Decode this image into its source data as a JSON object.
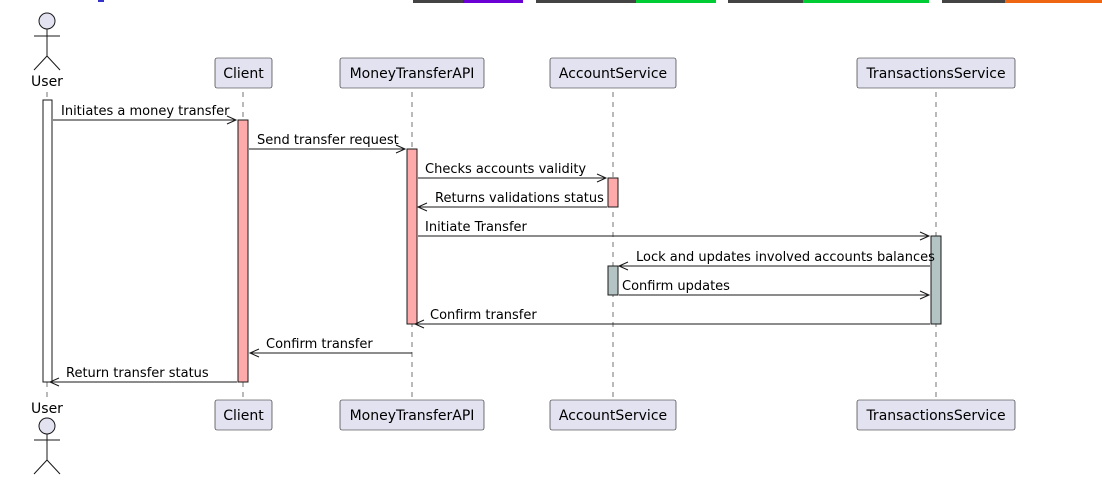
{
  "participants": [
    {
      "id": "user",
      "label": "User",
      "kind": "actor"
    },
    {
      "id": "client",
      "label": "Client",
      "kind": "box"
    },
    {
      "id": "api",
      "label": "MoneyTransferAPI",
      "kind": "box"
    },
    {
      "id": "account",
      "label": "AccountService",
      "kind": "box"
    },
    {
      "id": "transactions",
      "label": "TransactionsService",
      "kind": "box"
    }
  ],
  "messages": [
    {
      "from": "user",
      "to": "client",
      "label": "Initiates a money transfer"
    },
    {
      "from": "client",
      "to": "api",
      "label": "Send transfer request"
    },
    {
      "from": "api",
      "to": "account",
      "label": "Checks accounts validity"
    },
    {
      "from": "account",
      "to": "api",
      "label": "Returns validations status"
    },
    {
      "from": "api",
      "to": "transactions",
      "label": "Initiate Transfer"
    },
    {
      "from": "transactions",
      "to": "account",
      "label": "Lock and updates involved accounts balances"
    },
    {
      "from": "account",
      "to": "transactions",
      "label": "Confirm updates"
    },
    {
      "from": "transactions",
      "to": "api",
      "label": "Confirm transfer"
    },
    {
      "from": "api",
      "to": "client",
      "label": "Confirm transfer"
    },
    {
      "from": "client",
      "to": "user",
      "label": "Return transfer status"
    }
  ],
  "colors": {
    "participant_fill": "#e2e2f0",
    "participant_border": "#181818",
    "activation_client_api": "#ffaaaa",
    "activation_account_validation": "#ffaaaa",
    "activation_transactions": "#b4c4c4",
    "activation_account_update": "#b4c4c4",
    "lifeline": "#181818",
    "top_bar_dark": "#444444",
    "top_bar_accent_1": "#6a00d4",
    "top_bar_accent_2": "#00cc33",
    "top_bar_accent_3": "#00cc33",
    "top_bar_accent_4": "#ee6611"
  }
}
